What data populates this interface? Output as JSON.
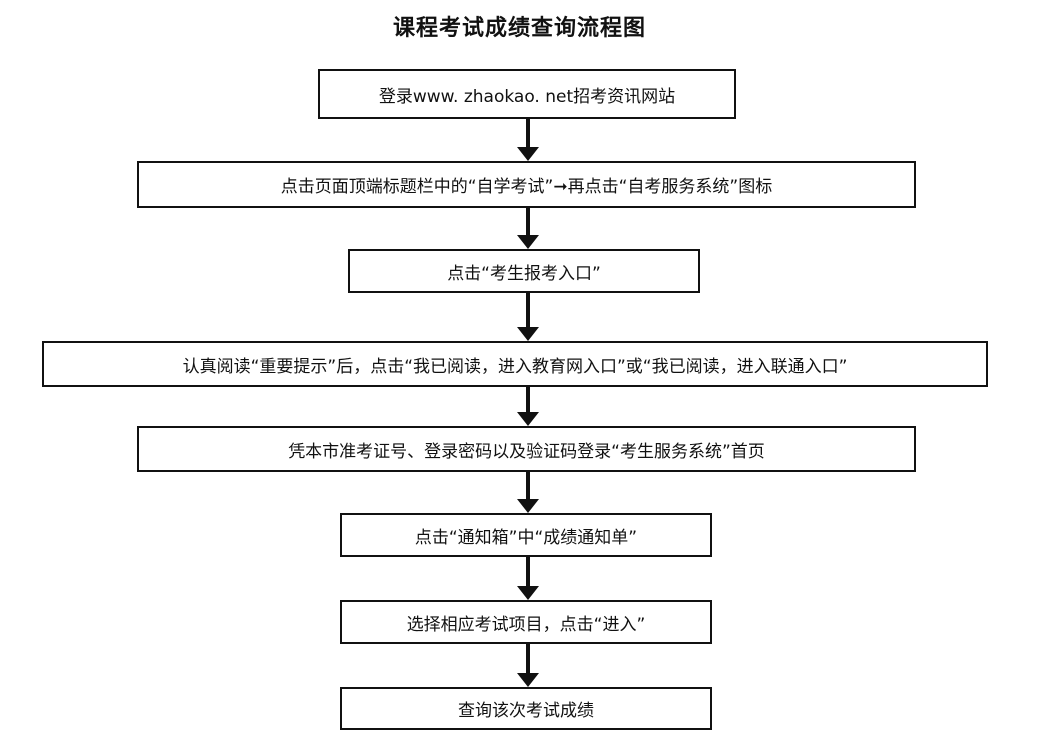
{
  "title": "课程考试成绩查询流程图",
  "steps": [
    {
      "label": "登录www. zhaokao. net招考资讯网站"
    },
    {
      "label": "点击页面顶端标题栏中的“自学考试”➞再点击“自考服务系统”图标"
    },
    {
      "label": "点击“考生报考入口”"
    },
    {
      "label": "认真阅读“重要提示”后，点击“我已阅读，进入教育网入口”或“我已阅读，进入联通入口”"
    },
    {
      "label": "凭本市准考证号、登录密码以及验证码登录“考生服务系统”首页"
    },
    {
      "label": "点击“通知箱”中“成绩通知单”"
    },
    {
      "label": "选择相应考试项目，点击“进入”"
    },
    {
      "label": "查询该次考试成绩"
    }
  ]
}
